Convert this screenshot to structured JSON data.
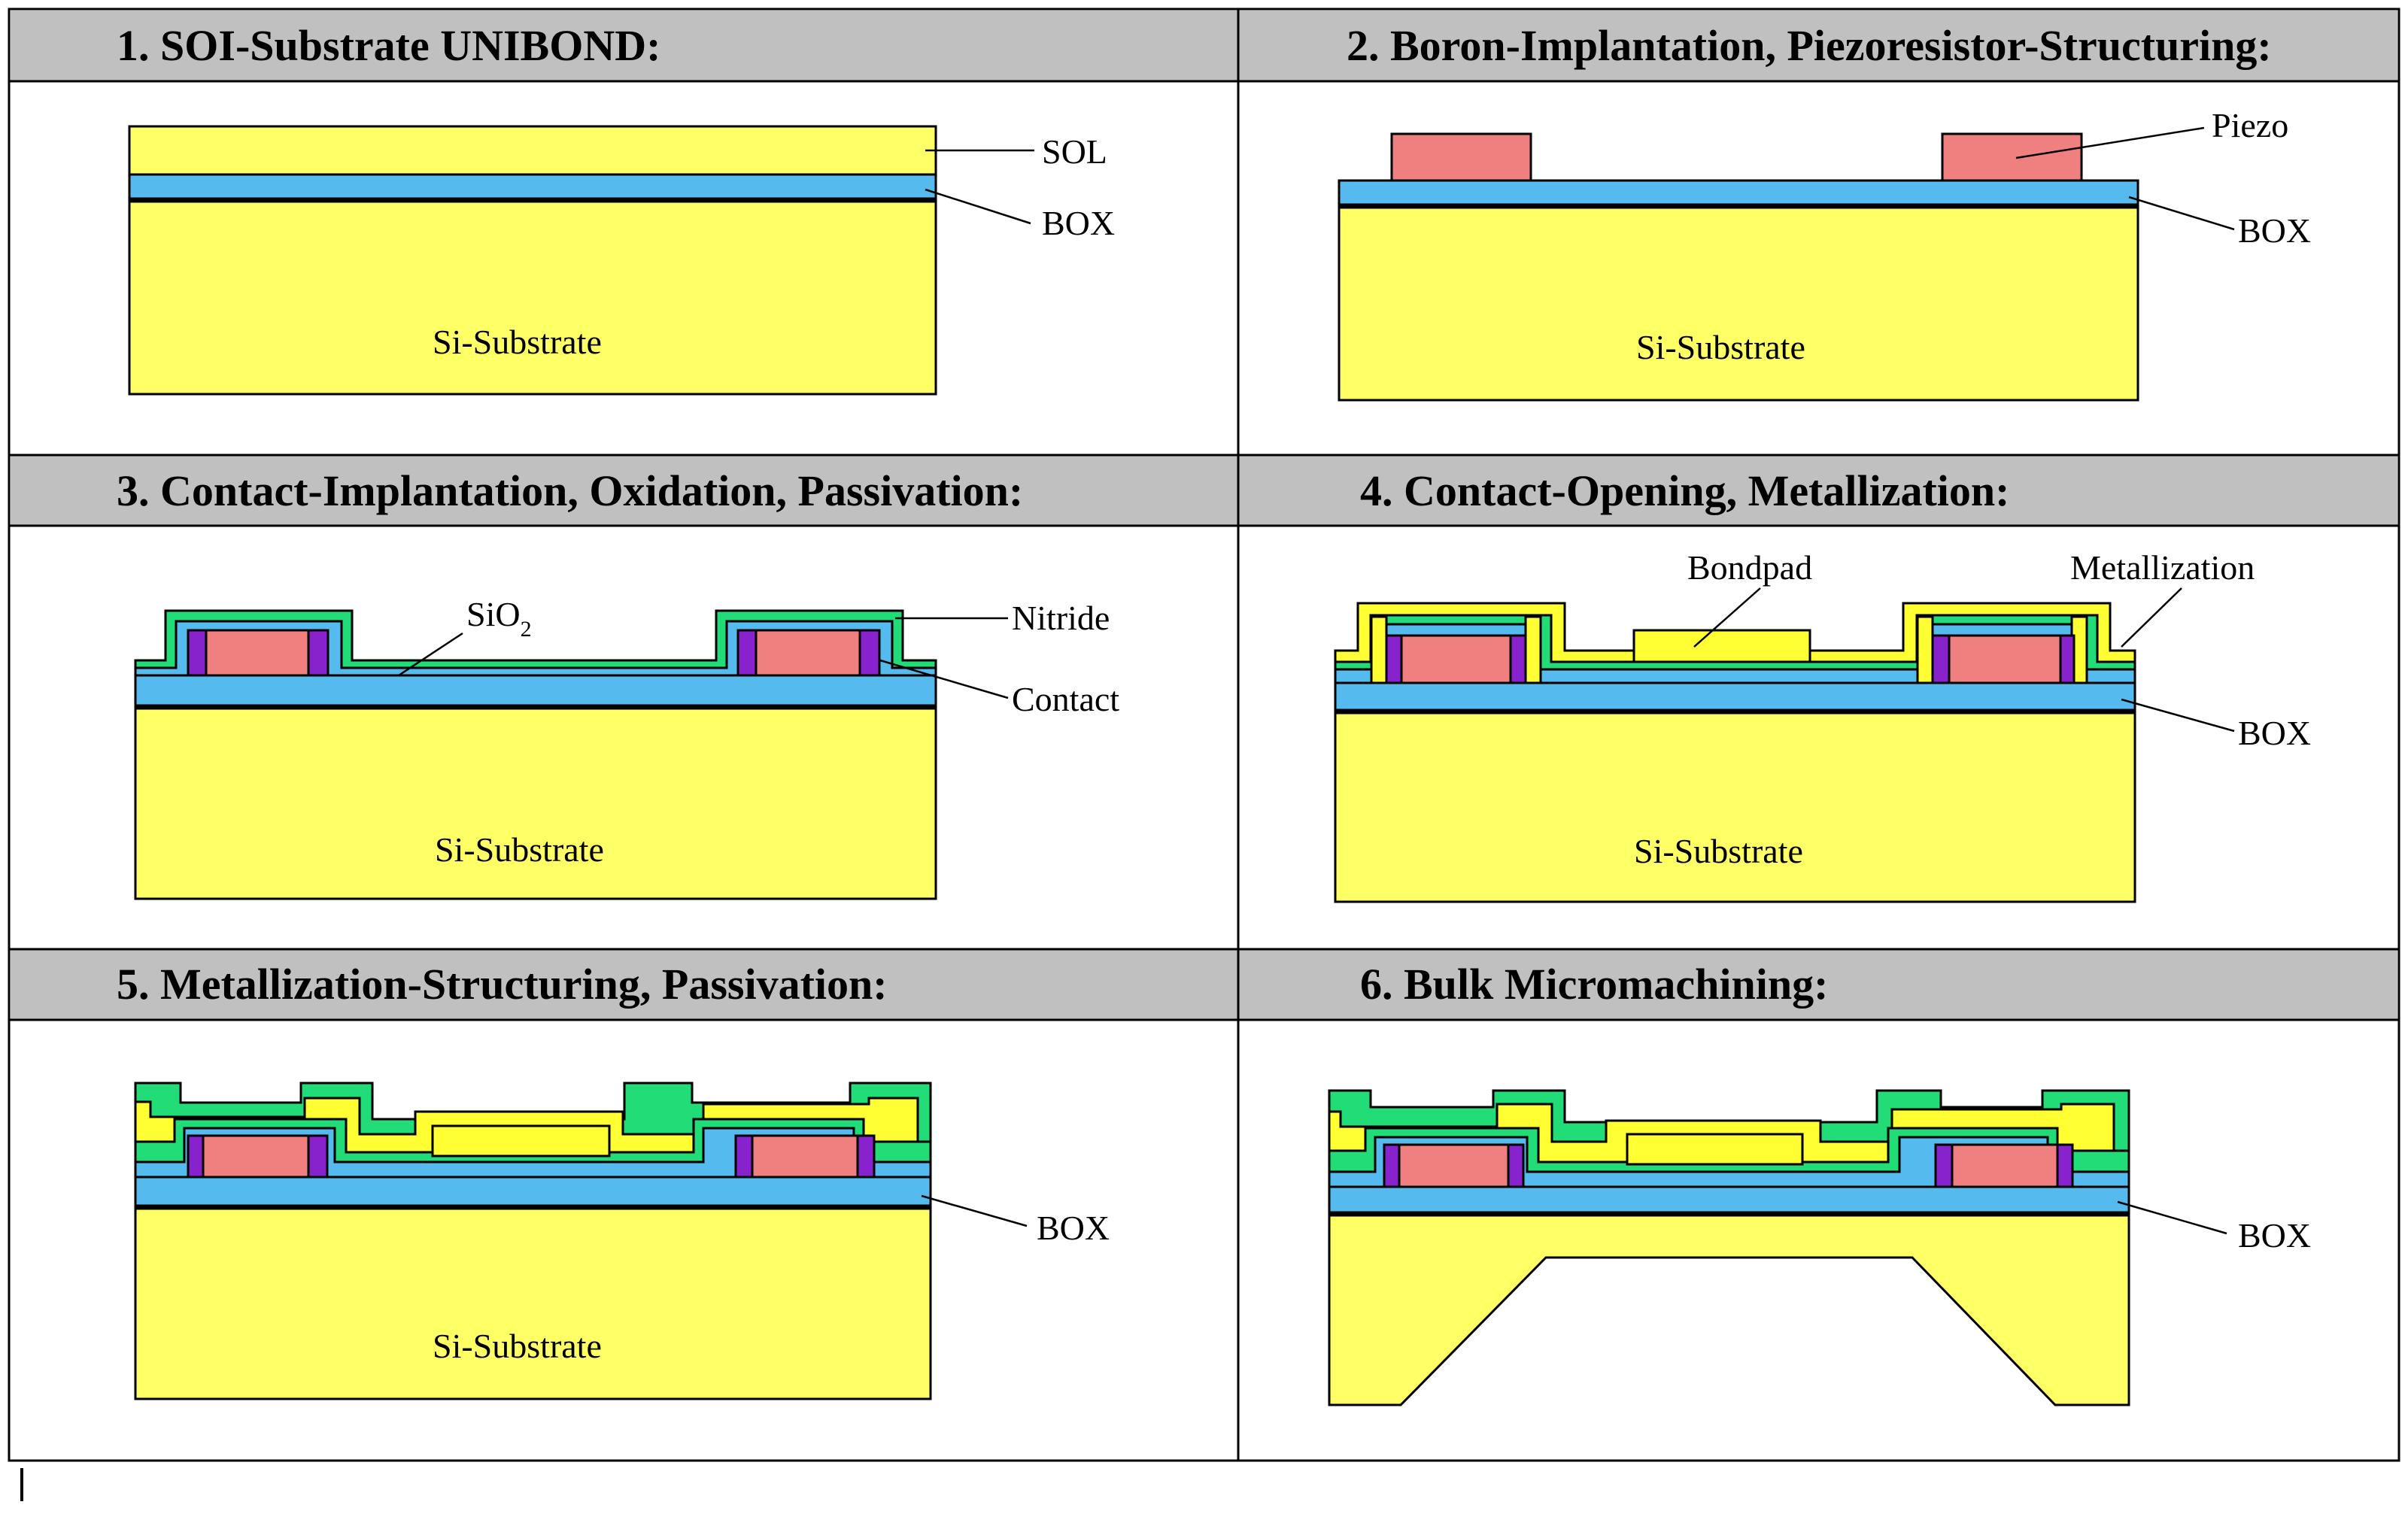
{
  "panels": [
    {
      "title": "1. SOI-Substrate UNIBOND:",
      "labels": {
        "sol": "SOL",
        "box": "BOX",
        "substrate": "Si-Substrate"
      }
    },
    {
      "title": "2. Boron-Implantation, Piezoresistor-Structuring:",
      "labels": {
        "piezo": "Piezo",
        "box": "BOX",
        "substrate": "Si-Substrate"
      }
    },
    {
      "title": "3. Contact-Implantation, Oxidation, Passivation:",
      "labels": {
        "sio2": "SiO",
        "sio2_sub": "2",
        "nitride": "Nitride",
        "contact": "Contact",
        "substrate": "Si-Substrate"
      }
    },
    {
      "title": "4. Contact-Opening, Metallization:",
      "labels": {
        "bondpad": "Bondpad",
        "metallization": "Metallization",
        "box": "BOX",
        "substrate": "Si-Substrate"
      }
    },
    {
      "title": "5. Metallization-Structuring,  Passivation:",
      "labels": {
        "box": "BOX",
        "substrate": "Si-Substrate"
      }
    },
    {
      "title": "6. Bulk Micromachining:",
      "labels": {
        "box": "BOX"
      }
    }
  ],
  "colors": {
    "silicon": "#ffff66",
    "box_oxide": "#55bbee",
    "piezo": "#f08080",
    "nitride": "#22dd77",
    "contact": "#8822cc",
    "metal": "#ffff33",
    "header_bg": "#c0c0c0",
    "line": "#000000"
  }
}
